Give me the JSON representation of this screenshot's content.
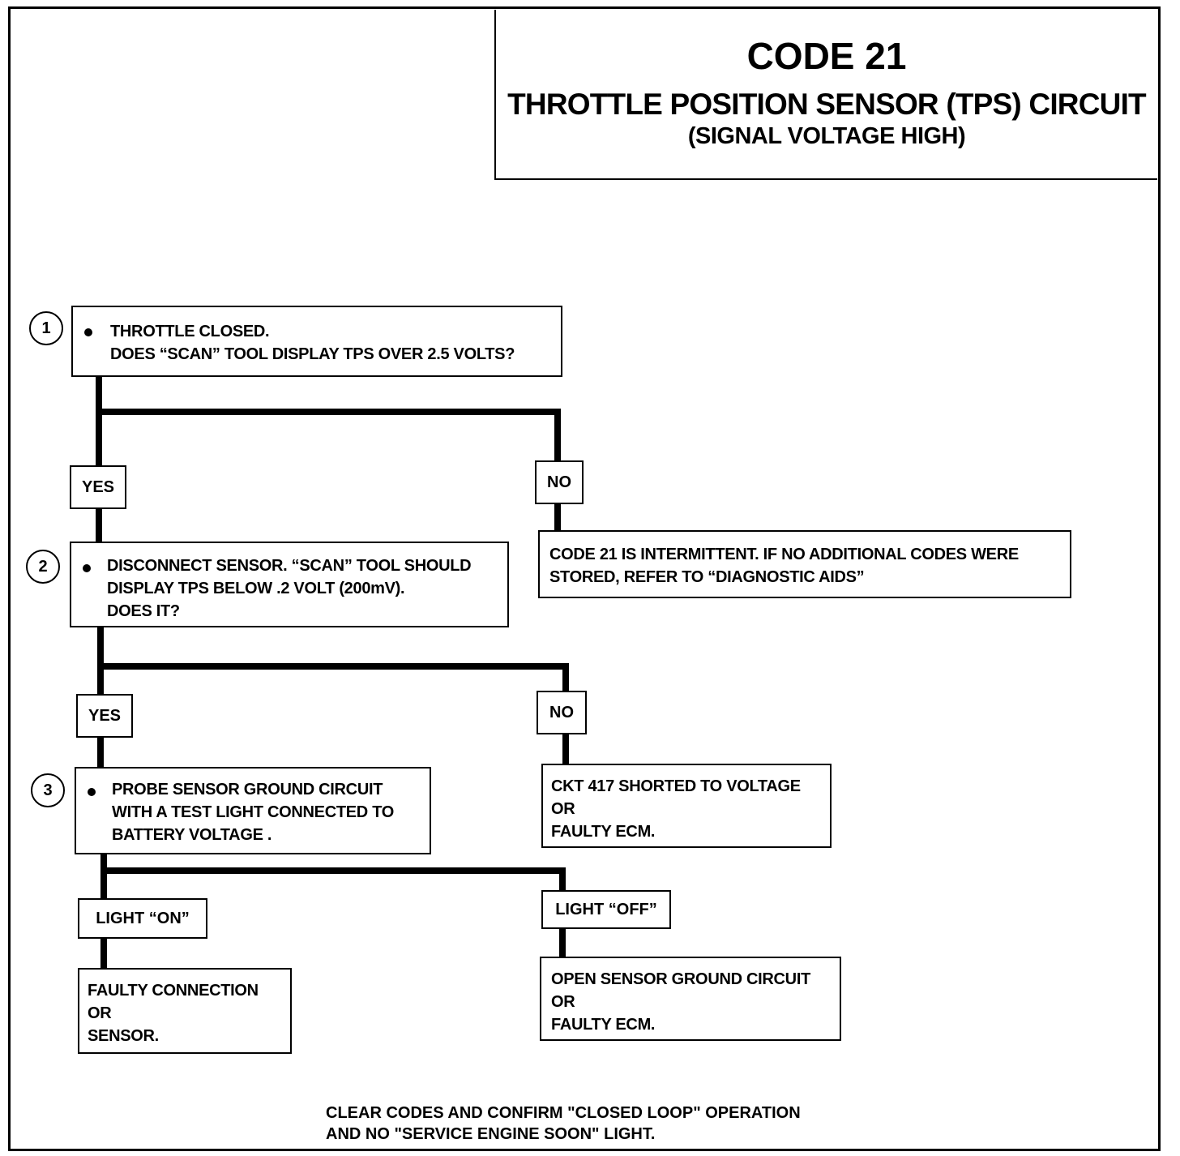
{
  "title": {
    "code": "CODE 21",
    "main": "THROTTLE POSITION SENSOR (TPS) CIRCUIT",
    "sub": "(SIGNAL VOLTAGE HIGH)"
  },
  "steps": [
    {
      "number": "1",
      "lines": [
        "THROTTLE CLOSED.",
        "DOES “SCAN” TOOL DISPLAY TPS OVER 2.5 VOLTS?"
      ]
    },
    {
      "number": "2",
      "lines": [
        "DISCONNECT SENSOR. “SCAN” TOOL SHOULD",
        "DISPLAY TPS BELOW .2 VOLT (200mV).",
        "DOES IT?"
      ]
    },
    {
      "number": "3",
      "lines": [
        "PROBE SENSOR GROUND CIRCUIT",
        "WITH A TEST LIGHT CONNECTED TO",
        "BATTERY VOLTAGE ."
      ]
    }
  ],
  "branches": {
    "yes1": "YES",
    "no1": "NO",
    "yes2": "YES",
    "no2": "NO",
    "on3": "LIGHT “ON”",
    "off3": "LIGHT “OFF”"
  },
  "results": {
    "no1": [
      "CODE 21 IS INTERMITTENT.  IF NO ADDITIONAL CODES WERE",
      "STORED, REFER TO  “DIAGNOSTIC AIDS”"
    ],
    "no2": [
      "CKT 417 SHORTED TO VOLTAGE",
      "OR",
      "FAULTY ECM."
    ],
    "on3": [
      "FAULTY CONNECTION",
      "OR",
      "SENSOR."
    ],
    "off3": [
      "OPEN SENSOR GROUND CIRCUIT",
      "OR",
      "FAULTY ECM."
    ]
  },
  "footer": [
    "CLEAR CODES AND CONFIRM \"CLOSED LOOP\" OPERATION",
    "AND NO \"SERVICE ENGINE SOON\" LIGHT."
  ]
}
